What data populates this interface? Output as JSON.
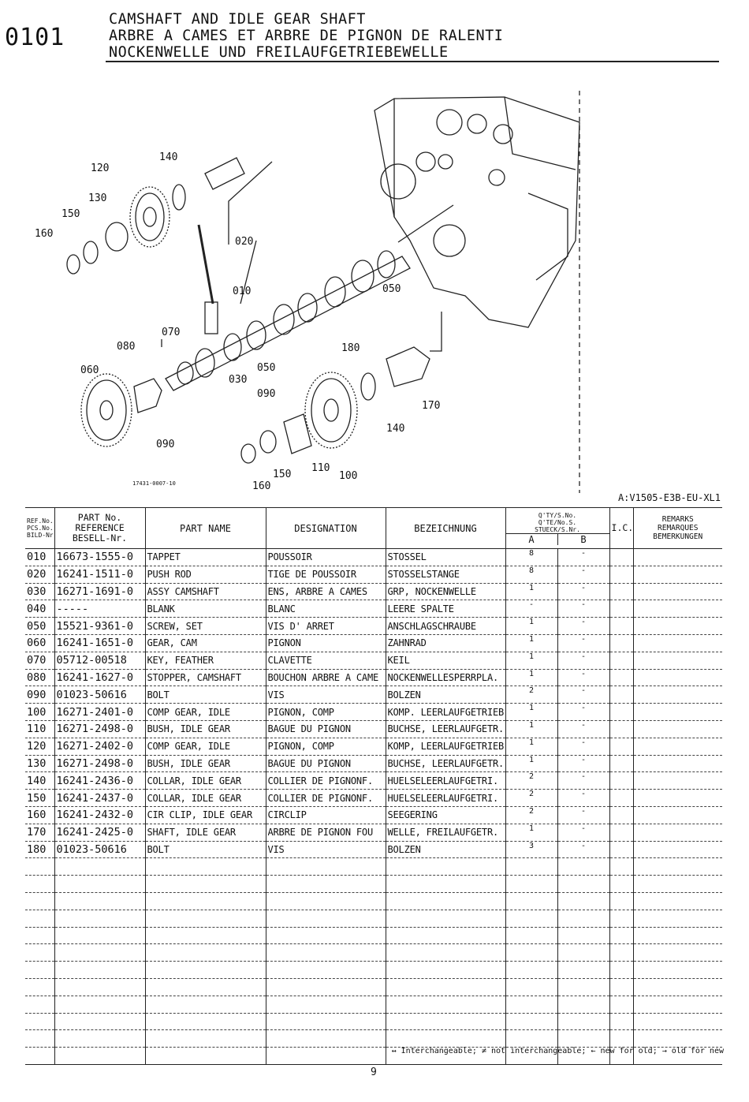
{
  "section_code": "0101",
  "titles": {
    "en": "CAMSHAFT AND IDLE GEAR SHAFT",
    "fr": "ARBRE A CAMES ET ARBRE DE PIGNON DE RALENTI",
    "de": "NOCKENWELLE UND FREILAUFGETRIEBEWELLE"
  },
  "diagram": {
    "figure_code": "17431-0007-10",
    "callouts": [
      "120",
      "140",
      "130",
      "150",
      "160",
      "020",
      "010",
      "050",
      "070",
      "080",
      "060",
      "180",
      "030",
      "050",
      "090",
      "170",
      "140",
      "090",
      "110",
      "100",
      "160",
      "150"
    ]
  },
  "model_code": "A:V1505-E3B-EU-XL1",
  "table": {
    "headers": {
      "ref": [
        "REF.No.",
        "PCS.No.",
        "BILD-Nr."
      ],
      "part_no": [
        "PART No.",
        "REFERENCE",
        "BESELL-Nr."
      ],
      "part_name": "PART NAME",
      "designation": "DESIGNATION",
      "bezeichnung": "BEZEICHNUNG",
      "qty": [
        "Q'TY/S.No.",
        "Q'TE/No.S.",
        "STUECK/S.Nr."
      ],
      "qty_a": "A",
      "qty_b": "B",
      "ic": "I.C.",
      "remarks": [
        "REMARKS",
        "REMARQUES",
        "BEMERKUNGEN"
      ]
    },
    "rows": [
      {
        "ref": "010",
        "part_no": "16673-1555-0",
        "name": "TAPPET",
        "designation": "POUSSOIR",
        "bezeichnung": "STOSSEL",
        "qty_a": "8",
        "qty_b": "-"
      },
      {
        "ref": "020",
        "part_no": "16241-1511-0",
        "name": "PUSH ROD",
        "designation": "TIGE DE POUSSOIR",
        "bezeichnung": "STOSSELSTANGE",
        "qty_a": "8",
        "qty_b": "-"
      },
      {
        "ref": "030",
        "part_no": "16271-1691-0",
        "name": "ASSY CAMSHAFT",
        "designation": "ENS, ARBRE A CAMES",
        "bezeichnung": "GRP, NOCKENWELLE",
        "qty_a": "1",
        "qty_b": "-"
      },
      {
        "ref": "040",
        "part_no": "-----",
        "name": "BLANK",
        "designation": "BLANC",
        "bezeichnung": "LEERE SPALTE",
        "qty_a": "-",
        "qty_b": "-"
      },
      {
        "ref": "050",
        "part_no": "15521-9361-0",
        "name": "SCREW, SET",
        "designation": "VIS D' ARRET",
        "bezeichnung": "ANSCHLAGSCHRAUBE",
        "qty_a": "1",
        "qty_b": "-"
      },
      {
        "ref": "060",
        "part_no": "16241-1651-0",
        "name": "GEAR, CAM",
        "designation": "PIGNON",
        "bezeichnung": "ZAHNRAD",
        "qty_a": "1",
        "qty_b": "-"
      },
      {
        "ref": "070",
        "part_no": "05712-00518",
        "name": "KEY, FEATHER",
        "designation": "CLAVETTE",
        "bezeichnung": "KEIL",
        "qty_a": "1",
        "qty_b": "-"
      },
      {
        "ref": "080",
        "part_no": "16241-1627-0",
        "name": "STOPPER, CAMSHAFT",
        "designation": "BOUCHON ARBRE A CAME",
        "bezeichnung": "NOCKENWELLESPERRPLA.",
        "qty_a": "1",
        "qty_b": "-"
      },
      {
        "ref": "090",
        "part_no": "01023-50616",
        "name": "BOLT",
        "designation": "VIS",
        "bezeichnung": "BOLZEN",
        "qty_a": "2",
        "qty_b": "-"
      },
      {
        "ref": "100",
        "part_no": "16271-2401-0",
        "name": "COMP GEAR, IDLE",
        "designation": "PIGNON, COMP",
        "bezeichnung": "KOMP. LEERLAUFGETRIEB",
        "qty_a": "1",
        "qty_b": "-"
      },
      {
        "ref": "110",
        "part_no": "16271-2498-0",
        "name": "BUSH, IDLE GEAR",
        "designation": "BAGUE DU PIGNON",
        "bezeichnung": "BUCHSE, LEERLAUFGETR.",
        "qty_a": "1",
        "qty_b": "-"
      },
      {
        "ref": "120",
        "part_no": "16271-2402-0",
        "name": "COMP GEAR, IDLE",
        "designation": "PIGNON, COMP",
        "bezeichnung": "KOMP, LEERLAUFGETRIEB",
        "qty_a": "1",
        "qty_b": "-"
      },
      {
        "ref": "130",
        "part_no": "16271-2498-0",
        "name": "BUSH, IDLE GEAR",
        "designation": "BAGUE DU PIGNON",
        "bezeichnung": "BUCHSE, LEERLAUFGETR.",
        "qty_a": "1",
        "qty_b": "-"
      },
      {
        "ref": "140",
        "part_no": "16241-2436-0",
        "name": "COLLAR, IDLE GEAR",
        "designation": "COLLIER DE PIGNONF.",
        "bezeichnung": "HUELSELEERLAUFGETRI.",
        "qty_a": "2",
        "qty_b": "-"
      },
      {
        "ref": "150",
        "part_no": "16241-2437-0",
        "name": "COLLAR, IDLE GEAR",
        "designation": "COLLIER DE PIGNONF.",
        "bezeichnung": "HUELSELEERLAUFGETRI.",
        "qty_a": "2",
        "qty_b": "-"
      },
      {
        "ref": "160",
        "part_no": "16241-2432-0",
        "name": "CIR CLIP, IDLE GEAR",
        "designation": "CIRCLIP",
        "bezeichnung": "SEEGERING",
        "qty_a": "2",
        "qty_b": "-"
      },
      {
        "ref": "170",
        "part_no": "16241-2425-0",
        "name": "SHAFT, IDLE GEAR",
        "designation": "ARBRE DE PIGNON FOU",
        "bezeichnung": "WELLE, FREILAUFGETR.",
        "qty_a": "1",
        "qty_b": "-"
      },
      {
        "ref": "180",
        "part_no": "01023-50616",
        "name": "BOLT",
        "designation": "VIS",
        "bezeichnung": "BOLZEN",
        "qty_a": "3",
        "qty_b": "-"
      }
    ]
  },
  "footer": {
    "legend": "↔ Interchangeable; ≠ not interchangeable; ← new for old; → old for new",
    "page_number": "9"
  }
}
